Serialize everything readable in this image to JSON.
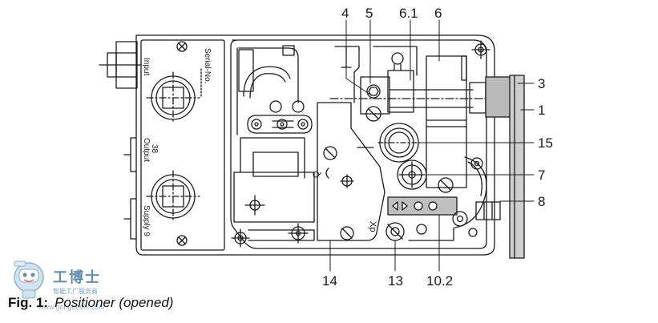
{
  "figure": {
    "caption_number": "Fig. 1:",
    "caption_title": "Positioner (opened)"
  },
  "side_labels": {
    "input": "Input",
    "output": "Output",
    "output_number": "38",
    "supply": "Supply 9",
    "serial": "Serial-No."
  },
  "letter_marks": {
    "q": "Q",
    "xp": "Xp"
  },
  "callouts": [
    "4",
    "5",
    "6.1",
    "6",
    "3",
    "1",
    "15",
    "7",
    "8",
    "14",
    "13",
    "10.2"
  ],
  "watermark": {
    "name": "工博士",
    "subtitle": "智能工厂服务商",
    "url": "www.gongboshi.com"
  }
}
